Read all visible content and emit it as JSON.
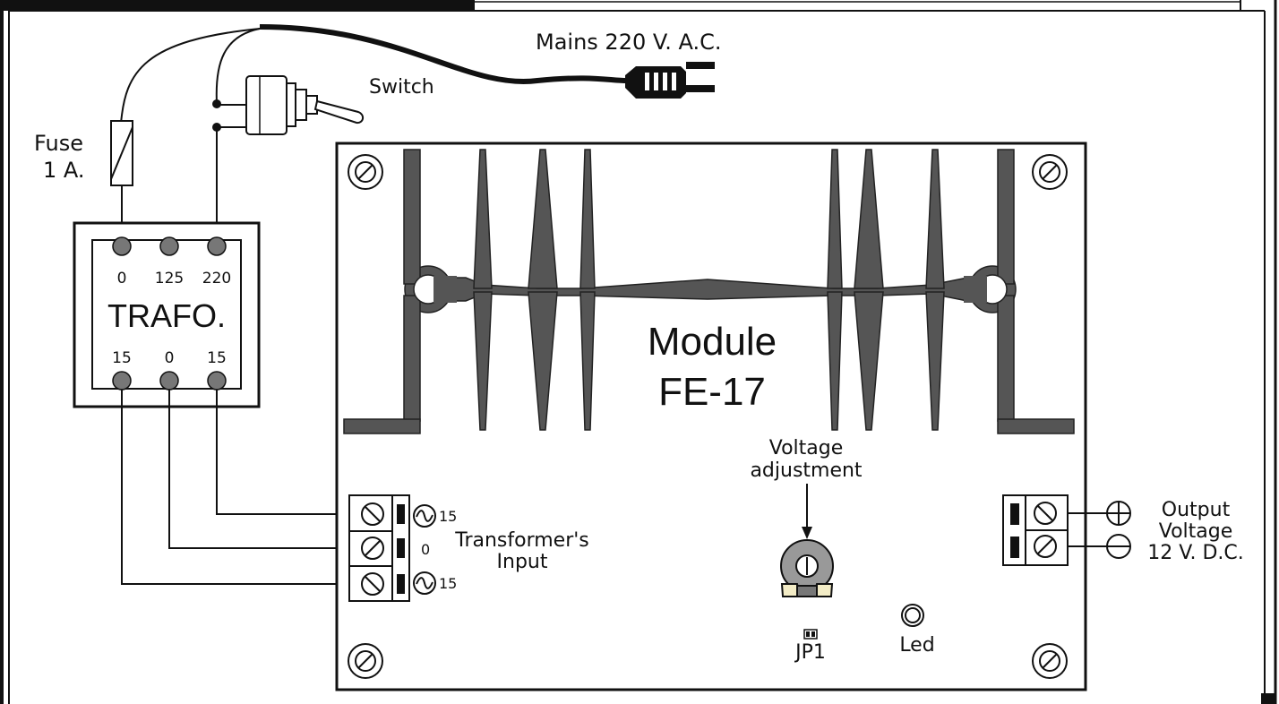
{
  "labels": {
    "mains": "Mains 220 V. A.C.",
    "switch": "Switch",
    "fuse_line1": "Fuse",
    "fuse_line2": "1 A.",
    "trafo_title": "TRAFO.",
    "trafo_top": [
      "0",
      "125",
      "220"
    ],
    "trafo_bottom": [
      "15",
      "0",
      "15"
    ],
    "module_line1": "Module",
    "module_line2": "FE-17",
    "voltage_adj_line1": "Voltage",
    "voltage_adj_line2": "adjustment",
    "transformer_input_line1": "Transformer's",
    "transformer_input_line2": "Input",
    "terminal_labels": [
      "15",
      "0",
      "15"
    ],
    "output_line1": "Output",
    "output_line2": "Voltage",
    "output_line3": "12 V. D.C.",
    "jp1": "JP1",
    "led": "Led"
  },
  "colors": {
    "line": "#111111",
    "heatsink": "#555555",
    "pin": "#777777",
    "pot_body": "#999999",
    "pot_leg": "#f3ecc6"
  }
}
